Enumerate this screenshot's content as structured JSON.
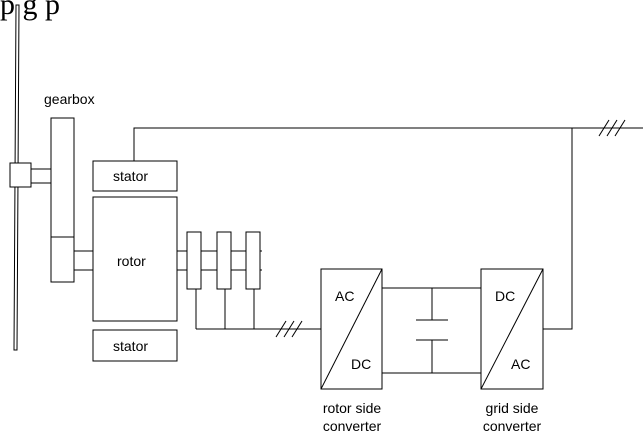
{
  "title_partial": "p                  g p",
  "labels": {
    "gearbox": "gearbox",
    "stator_top": "stator",
    "rotor": "rotor",
    "stator_bottom": "stator",
    "rsc_ac": "AC",
    "rsc_dc": "DC",
    "gsc_dc": "DC",
    "gsc_ac": "AC",
    "rsc_caption_1": "rotor side",
    "rsc_caption_2": "converter",
    "gsc_caption_1": "grid side",
    "gsc_caption_2": "converter"
  },
  "colors": {
    "stroke": "#000000",
    "background": "#ffffff"
  }
}
